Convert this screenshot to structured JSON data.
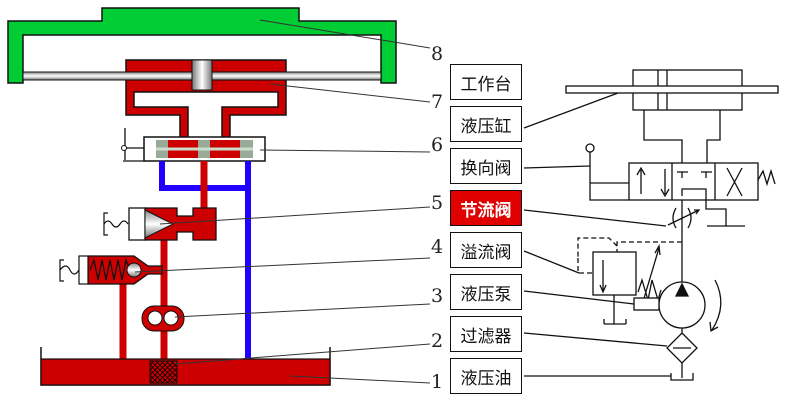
{
  "components": [
    {
      "number": "8",
      "label": "工作台"
    },
    {
      "number": "7",
      "label": "液压缸"
    },
    {
      "number": "6",
      "label": "换向阀"
    },
    {
      "number": "5",
      "label": "节流阀",
      "highlighted": true
    },
    {
      "number": "4",
      "label": "溢流阀"
    },
    {
      "number": "3",
      "label": "液压泵"
    },
    {
      "number": "2",
      "label": "过滤器"
    },
    {
      "number": "1",
      "label": "液压油"
    }
  ],
  "colors": {
    "table": "#00cc33",
    "pressure_oil": "#cc0000",
    "return_oil": "#2200ff",
    "highlight": "#e00000"
  }
}
